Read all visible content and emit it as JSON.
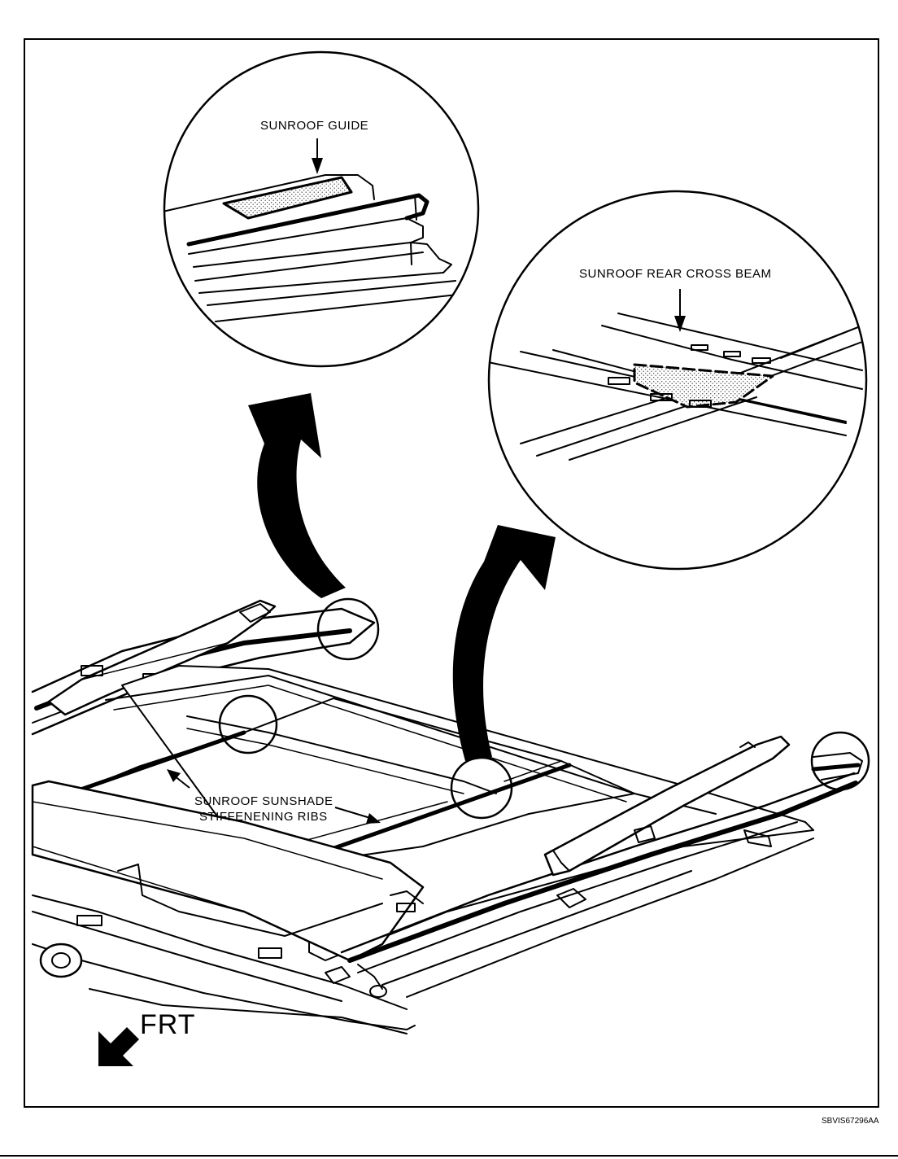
{
  "callouts": {
    "sunroof_guide": "SUNROOF GUIDE",
    "rear_cross_beam": "SUNROOF REAR CROSS BEAM",
    "stiffening_ribs_line1": "SUNROOF SUNSHADE",
    "stiffening_ribs_line2": "STIFFENENING RIBS"
  },
  "orientation": {
    "label": "FRT"
  },
  "figure_code": "SBVIS67296AA"
}
